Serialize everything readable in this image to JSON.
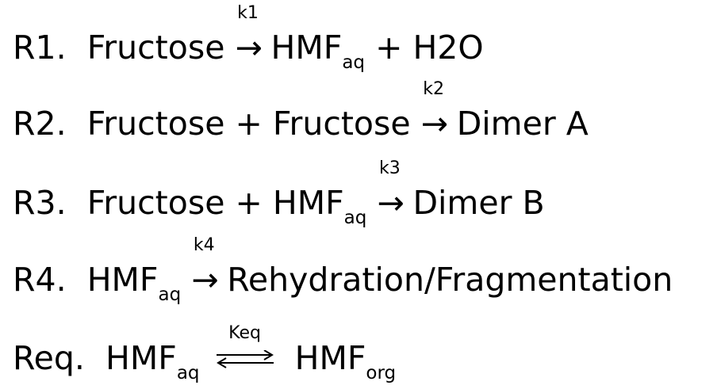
{
  "reactions": [
    {
      "label": "R1.",
      "reactant_1": "Fructose",
      "rate_constant": "k1",
      "product_1": "HMF",
      "product_1_sub": "aq",
      "plus": "+",
      "product_2": "H2O"
    },
    {
      "label": "R2.",
      "reactant_1": "Fructose",
      "plus": "+",
      "reactant_2": "Fructose",
      "rate_constant": "k2",
      "product_1": "Dimer A"
    },
    {
      "label": "R3.",
      "reactant_1": "Fructose",
      "plus": "+",
      "reactant_2": "HMF",
      "reactant_2_sub": "aq",
      "rate_constant": "k3",
      "product_1": "Dimer B"
    },
    {
      "label": "R4.",
      "reactant_1": "HMF",
      "reactant_1_sub": "aq",
      "rate_constant": "k4",
      "product_1": "Rehydration/Fragmentation"
    },
    {
      "label": "Req.",
      "reactant_1": "HMF",
      "reactant_1_sub": "aq",
      "rate_constant": "Keq",
      "product_1": "HMF",
      "product_1_sub": "org"
    }
  ],
  "symbols": {
    "forward_arrow": "→"
  }
}
